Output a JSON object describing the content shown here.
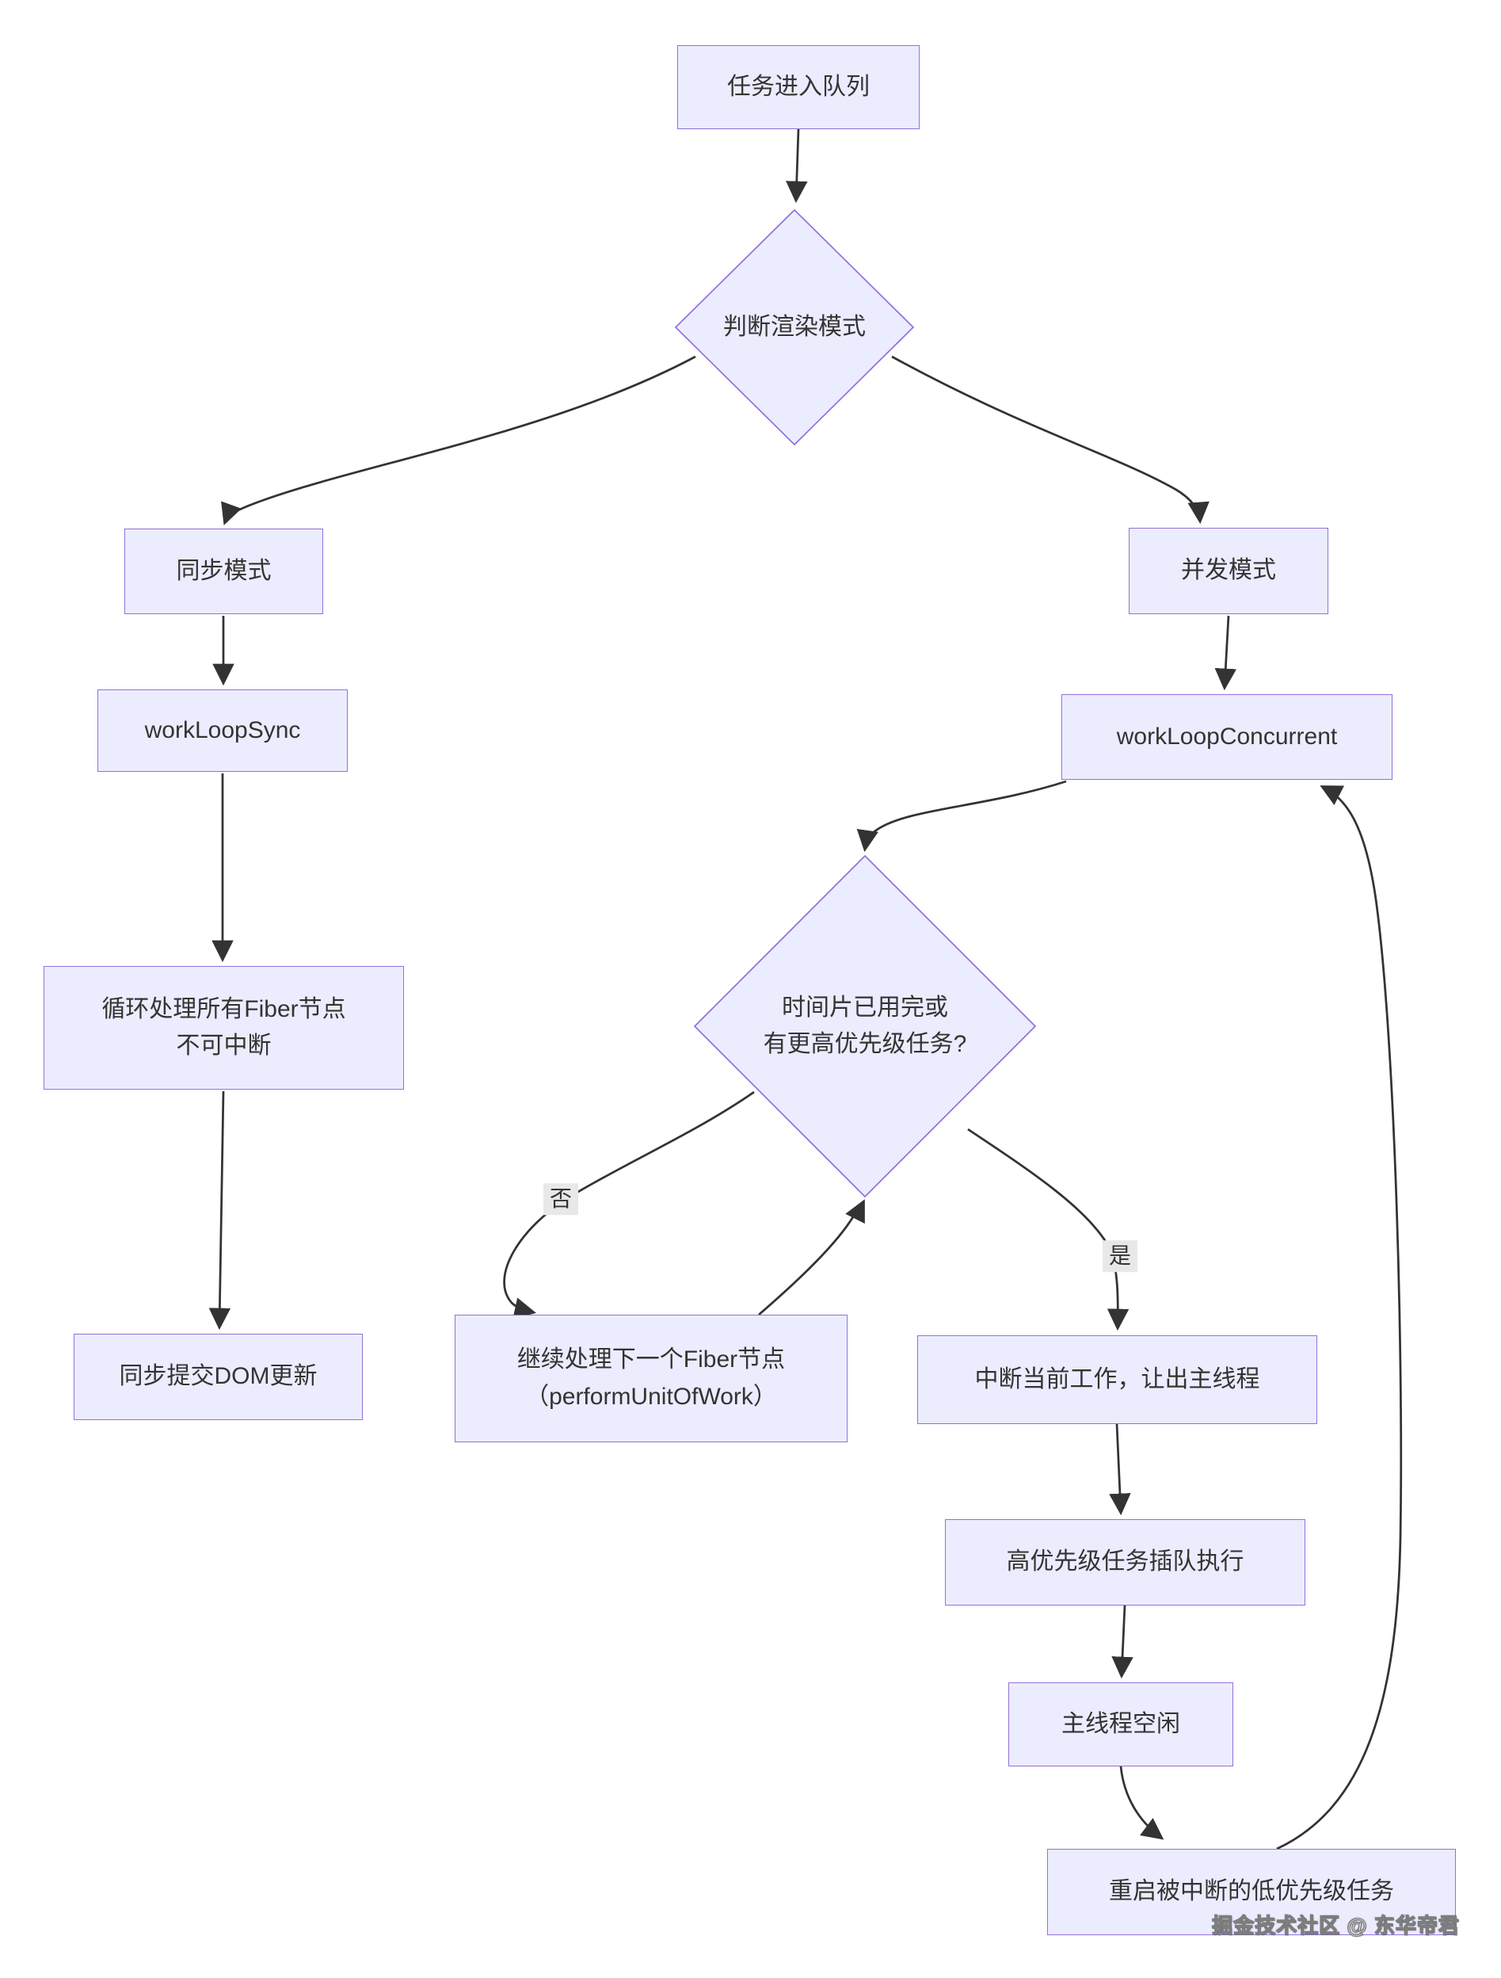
{
  "diagram": {
    "nodes": {
      "enqueue": {
        "label": "任务进入队列"
      },
      "decide_mode": {
        "label": "判断渲染模式"
      },
      "sync_mode": {
        "label": "同步模式"
      },
      "work_loop_sync": {
        "label": "workLoopSync"
      },
      "process_all_fiber": {
        "line1": "循环处理所有Fiber节点",
        "line2": "不可中断"
      },
      "commit_dom": {
        "label": "同步提交DOM更新"
      },
      "concurrent_mode": {
        "label": "并发模式"
      },
      "work_loop_concurrent": {
        "label": "workLoopConcurrent"
      },
      "timeslice_check": {
        "line1": "时间片已用完或",
        "line2": "有更高优先级任务?"
      },
      "continue_next_fiber": {
        "line1": "继续处理下一个Fiber节点",
        "line2": "（performUnitOfWork）"
      },
      "interrupt_work": {
        "label": "中断当前工作，让出主线程"
      },
      "high_priority_jump": {
        "label": "高优先级任务插队执行"
      },
      "main_thread_idle": {
        "label": "主线程空闲"
      },
      "restart_low_priority": {
        "label": "重启被中断的低优先级任务"
      }
    },
    "edge_labels": {
      "no": "否",
      "yes": "是"
    },
    "colors": {
      "node_fill": "#ECECFF",
      "node_border": "#9370DB",
      "edge": "#333333",
      "text": "#333333",
      "edge_label_bg": "#e8e8e8"
    }
  },
  "watermark": "掘金技术社区 @ 东华帝君"
}
